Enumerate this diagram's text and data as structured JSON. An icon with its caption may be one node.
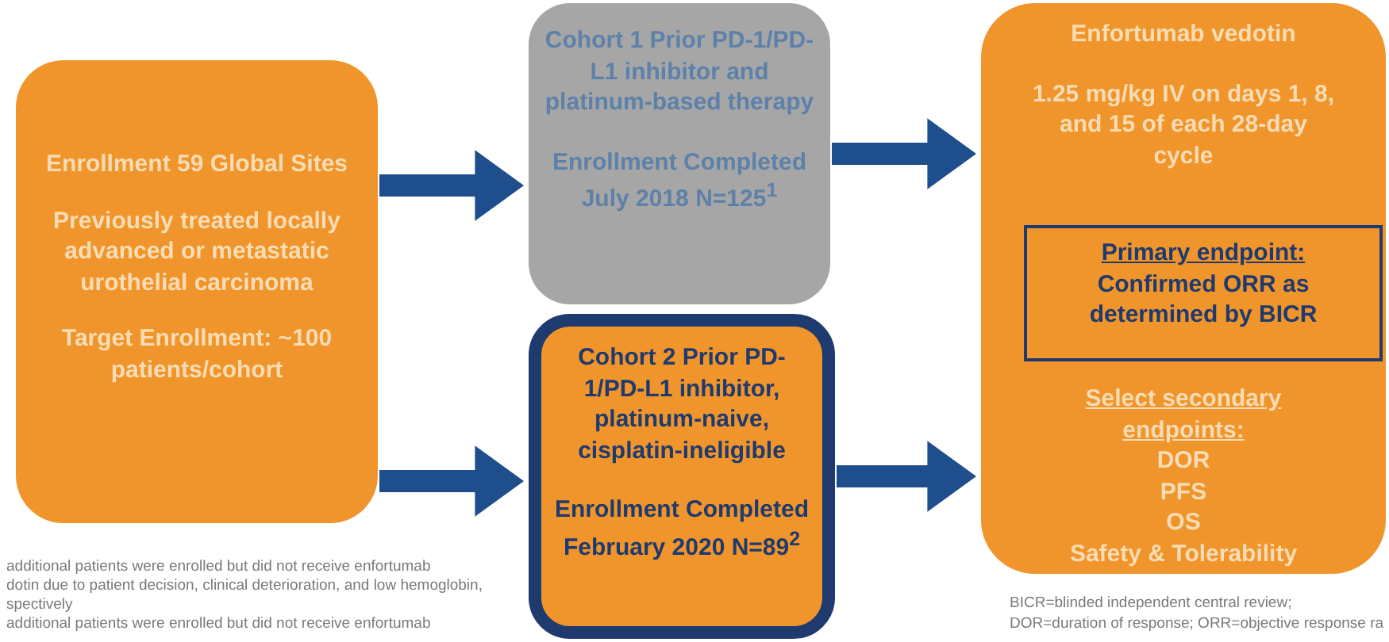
{
  "diagram": {
    "nodes": [
      {
        "text": [
          "Enrollment 59 Global Sites",
          "Previously treated locally advanced or metastatic urothelial carcinoma",
          "Target Enrollment: ~100 patients/cohort"
        ]
      },
      {
        "text": [
          "Cohort 1 Prior PD-1/PD-L1 inhibitor and platinum-based therapy",
          "Enrollment Completed July 2018 N=125$^{1}$"
        ]
      },
      {
        "text": [
          "Cohort 2 Prior PD-1/PD-L1 inhibitor, platinum-naive, cisplatin-ineligible",
          "Enrollment Completed February 2020 N=89$^{2}$"
        ]
      },
      {
        "text": [
          "Enfortumab vedotin",
          "1.25 mg/kg IV on days 1, 8, and 15 of each 28-day cycle",
          "Select secondary endpoints:",
          "DOR",
          "PFS",
          "OS",
          "Safety & Tolerability"
        ]
      },
      {
        "text": [
          "Primary endpoint:",
          "Confirmed ORR as determined by BICR"
        ],
        "in": 3
      }
    ],
    "edges": [
      {
        "from": 0,
        "to": 1,
        "arrow": "to"
      },
      {
        "from": 0,
        "to": 2,
        "arrow": "to"
      },
      {
        "from": 1,
        "to": 3,
        "arrow": "to"
      },
      {
        "from": 2,
        "to": 3,
        "arrow": "to"
      }
    ],
    "labels": [
      "additional patients were enrolled but did not receive enfortumab",
      "dotin due to patient decision, clinical deterioration, and low hemoglobin,",
      "spectively",
      "additional patients were enrolled but did not receive enfortumab",
      "BICR=blinded independent central review;",
      "DOR=duration of response; ORR=objective response ra"
    ]
  }
}
